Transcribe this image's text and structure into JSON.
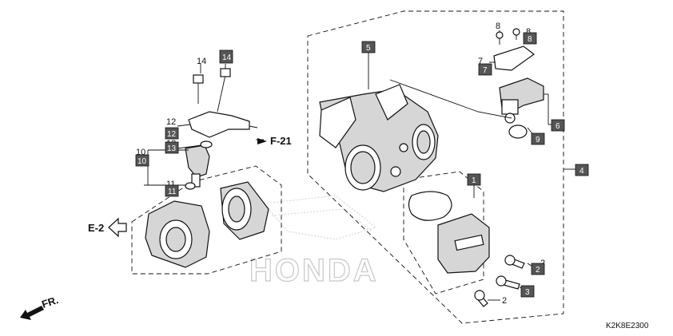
{
  "callouts": {
    "p1": "1",
    "p2a": "2",
    "p2b": "2",
    "p3": "3",
    "p4": "4",
    "p5": "5",
    "p6": "6",
    "p7a": "7",
    "p7b": "7",
    "p8a": "8",
    "p8b": "8",
    "p8c": "8",
    "p9": "9",
    "p10a": "10",
    "p10b": "10",
    "p11a": "11",
    "p11b": "11",
    "p12a": "12",
    "p12b": "12",
    "p13a": "13",
    "p13b": "13",
    "p14a": "14",
    "p14b": "14"
  },
  "references": {
    "f21": "F-21",
    "e2": "E-2",
    "front": "FR."
  },
  "diagram_code": "K2K8E2300",
  "watermark": "HONDA",
  "colors": {
    "callout_box_fill": "#555555",
    "watermark": "#c8c8c8"
  }
}
